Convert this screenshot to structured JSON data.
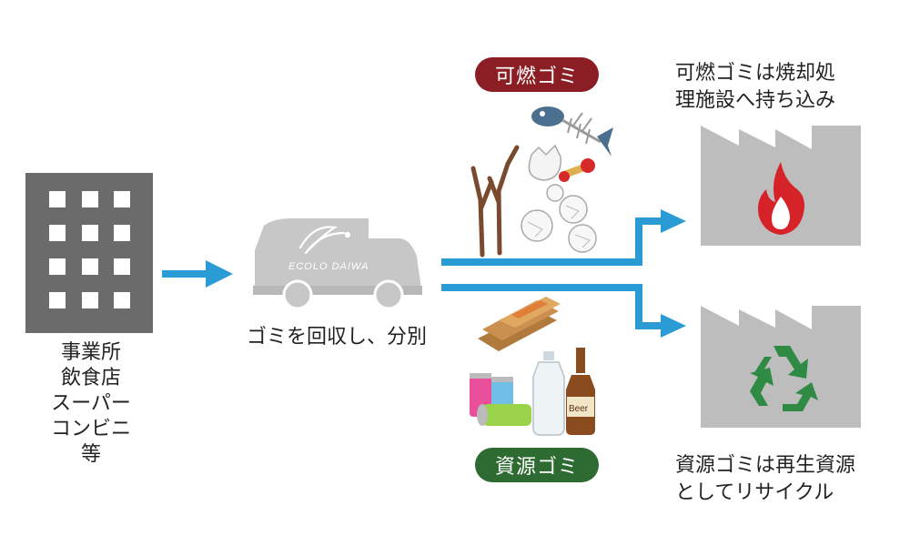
{
  "source": {
    "lines": [
      "事業所",
      "飲食店",
      "スーパー",
      "コンビニ",
      "等"
    ]
  },
  "truck": {
    "logo_text": "ECOLO DAIWA",
    "caption": "ゴミを回収し、分別"
  },
  "burnable": {
    "pill_label": "可燃ゴミ",
    "pill_color": "#8b1e24",
    "destination_lines": [
      "可燃ゴミは焼却処",
      "理施設へ持ち込み"
    ],
    "icon": "flame-icon",
    "icon_color": "#d6232a"
  },
  "resource": {
    "pill_label": "資源ゴミ",
    "pill_color": "#2e6b33",
    "destination_lines": [
      "資源ゴミは再生資源",
      "としてリサイクル"
    ],
    "icon": "recycle-icon",
    "icon_color": "#2f8a43"
  },
  "items": {
    "bottle_label": "Beer"
  },
  "colors": {
    "arrow": "#2b9bd6",
    "building": "#6b6b6b",
    "factory": "#bdbdbd",
    "truck": "#c7c7c7"
  }
}
